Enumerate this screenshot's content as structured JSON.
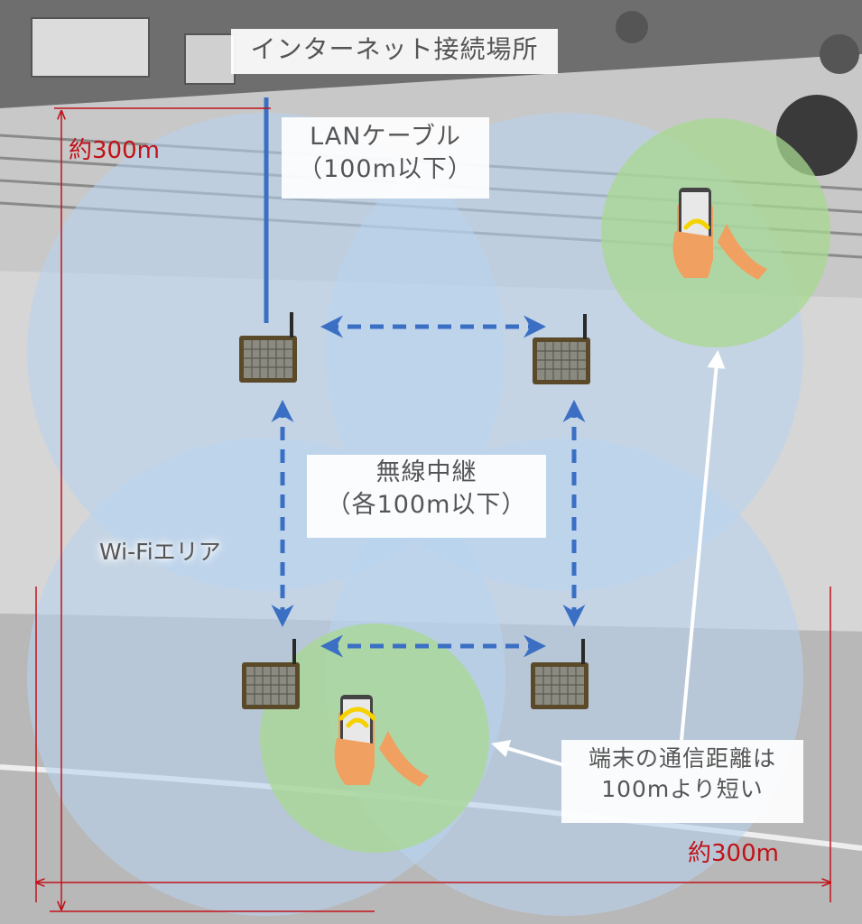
{
  "labels": {
    "internet_location": "インターネット接続場所",
    "lan_cable_line1": "LANケーブル",
    "lan_cable_line2": "（100m以下）",
    "wireless_relay_line1": "無線中継",
    "wireless_relay_line2": "（各100m以下）",
    "wifi_area": "Wi-Fiエリア",
    "terminal_range_line1": "端末の通信距離は",
    "terminal_range_line2": "100mより短い",
    "height_dimension": "約300m",
    "width_dimension": "約300m"
  },
  "colors": {
    "wifi_area_fill": "#b8d4f0",
    "terminal_area_fill": "#a8d890",
    "lan_cable": "#3a6fc4",
    "relay_arrow": "#3a6fc4",
    "dimension_line": "#c0121a",
    "hand": "#f0a060",
    "signal": "#f5d200"
  },
  "icons": {
    "access_point": "solar-panel-access-point-icon",
    "terminal": "smartphone-hand-icon",
    "signal": "wifi-signal-icon"
  }
}
